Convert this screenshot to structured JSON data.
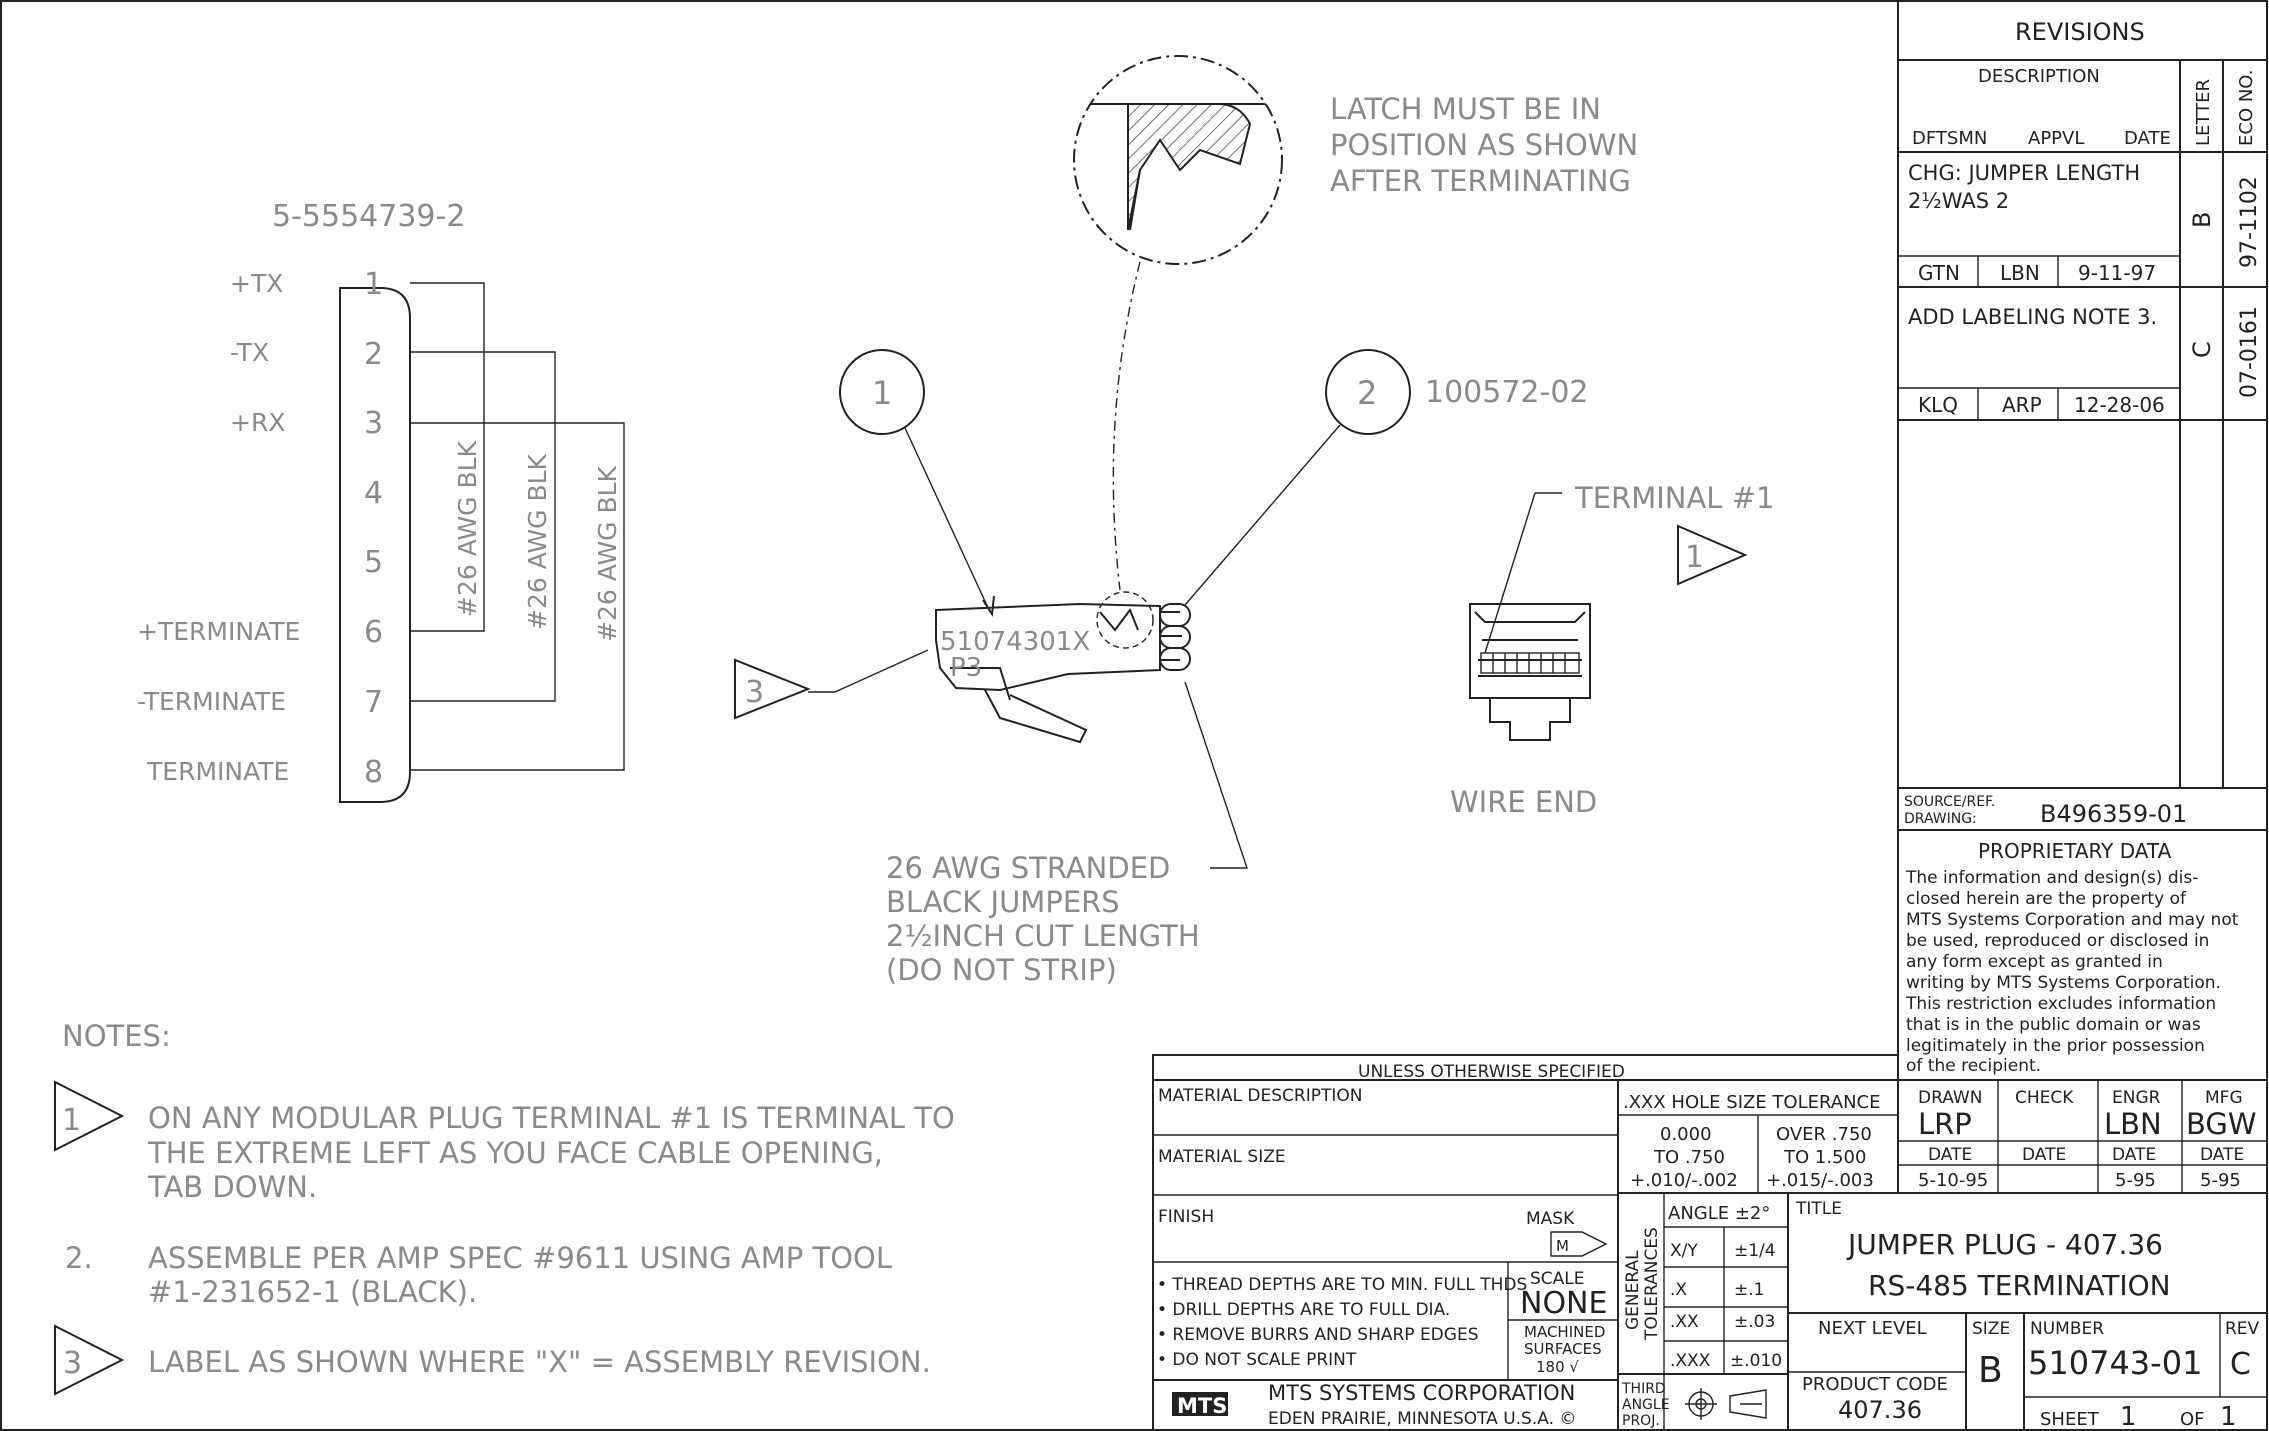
{
  "connector": {
    "part_no": "5-5554739-2",
    "signals": [
      "+TX",
      "-TX",
      "+RX",
      "",
      "",
      "+TERMINATE",
      "-TERMINATE",
      "TERMINATE"
    ],
    "pins": [
      "1",
      "2",
      "3",
      "4",
      "5",
      "6",
      "7",
      "8"
    ],
    "wire_label": "#26 AWG BLK"
  },
  "callouts": {
    "item1": "1",
    "item2": "2",
    "item2_part": "100572-02",
    "latch_note": [
      "LATCH MUST BE IN",
      "POSITION AS SHOWN",
      "AFTER TERMINATING"
    ],
    "plug_label_1": "51074301X",
    "plug_label_2": "P3",
    "flag3": "3",
    "jumper_note": [
      "26 AWG STRANDED",
      "BLACK JUMPERS",
      "2½INCH CUT LENGTH",
      "(DO NOT STRIP)"
    ],
    "terminal_label": "TERMINAL #1",
    "flag1": "1",
    "wire_end": "WIRE END"
  },
  "notes": {
    "heading": "NOTES:",
    "n1_flag": "1",
    "n1_lines": [
      "ON ANY MODULAR PLUG TERMINAL #1 IS TERMINAL TO",
      "THE EXTREME LEFT AS YOU FACE CABLE OPENING,",
      "TAB DOWN."
    ],
    "n2_num": "2.",
    "n2_lines": [
      "ASSEMBLE PER AMP SPEC #9611 USING AMP TOOL",
      "#1-231652-1 (BLACK)."
    ],
    "n3_flag": "3",
    "n3_line": "LABEL AS SHOWN WHERE \"X\" = ASSEMBLY REVISION."
  },
  "revisions": {
    "title": "REVISIONS",
    "description": "DESCRIPTION",
    "dftsmn": "DFTSMN",
    "appvl": "APPVL",
    "date": "DATE",
    "letter": "LETTER",
    "eco": "ECO NO.",
    "rows": [
      {
        "desc1": "CHG: JUMPER LENGTH",
        "desc2": "2½WAS 2",
        "dftsmn": "GTN",
        "appvl": "LBN",
        "date": "9-11-97",
        "letter": "B",
        "eco": "97-1102"
      },
      {
        "desc1": "ADD LABELING NOTE 3.",
        "desc2": "",
        "dftsmn": "KLQ",
        "appvl": "ARP",
        "date": "12-28-06",
        "letter": "C",
        "eco": "07-0161"
      }
    ]
  },
  "source_ref": {
    "label1": "SOURCE/REF.",
    "label2": "DRAWING:",
    "value": "B496359-01"
  },
  "proprietary": {
    "title": "PROPRIETARY DATA",
    "lines": [
      "The information and design(s) dis-",
      "closed herein are the property of",
      "MTS Systems Corporation and may not",
      "be used, reproduced or disclosed in",
      "any form except as granted in",
      "writing by MTS Systems Corporation.",
      "This restriction excludes information",
      "that is in the public domain or was",
      "legitimately in the prior possession",
      "of the recipient."
    ]
  },
  "title_block": {
    "unless": "UNLESS OTHERWISE SPECIFIED",
    "material_desc": "MATERIAL DESCRIPTION",
    "material_size": "MATERIAL SIZE",
    "finish": "FINISH",
    "mask": "MASK",
    "mask_symbol": "M",
    "hole_tol": ".XXX HOLE SIZE TOLERANCE",
    "hole_a1": "0.000",
    "hole_a2": "TO .750",
    "hole_a3": "+.010/-.002",
    "hole_b1": "OVER .750",
    "hole_b2": "TO 1.500",
    "hole_b3": "+.015/-.003",
    "gen_tol_1": "GENERAL",
    "gen_tol_2": "TOLERANCES",
    "angle": "ANGLE ±2°",
    "tol_rows": [
      [
        "X/Y",
        "±1/4"
      ],
      [
        ".X",
        "±.1"
      ],
      [
        ".XX",
        "±.03"
      ],
      [
        ".XXX",
        "±.010"
      ]
    ],
    "bullets": [
      "• THREAD DEPTHS ARE TO MIN. FULL THDS",
      "• DRILL DEPTHS ARE TO FULL DIA.",
      "• REMOVE BURRS AND SHARP EDGES",
      "• DO NOT SCALE PRINT"
    ],
    "scale_label": "SCALE",
    "scale": "NONE",
    "machined_1": "MACHINED",
    "machined_2": "SURFACES",
    "machined_3": "180 √",
    "drawn_label": "DRAWN",
    "drawn": "LRP",
    "check_label": "CHECK",
    "check": "",
    "engr_label": "ENGR",
    "engr": "LBN",
    "mfg_label": "MFG",
    "mfg": "BGW",
    "date_label": "DATE",
    "drawn_date": "5-10-95",
    "check_date": "",
    "engr_date": "5-95",
    "mfg_date": "5-95",
    "title_label": "TITLE",
    "title_1": "JUMPER PLUG - 407.36",
    "title_2": "RS-485 TERMINATION",
    "next_level": "NEXT LEVEL",
    "product_code_label": "PRODUCT CODE",
    "product_code": "407.36",
    "size_label": "SIZE",
    "size": "B",
    "number_label": "NUMBER",
    "number": "510743-01",
    "rev_label": "REV",
    "rev": "C",
    "sheet_label": "SHEET",
    "sheet": "1",
    "of_label": "OF",
    "of": "1",
    "company_logo": "MTS",
    "company_1": "MTS SYSTEMS CORPORATION",
    "company_2": "EDEN PRAIRIE, MINNESOTA U.S.A. ©",
    "proj_1": "THIRD",
    "proj_2": "ANGLE",
    "proj_3": "PROJ."
  }
}
